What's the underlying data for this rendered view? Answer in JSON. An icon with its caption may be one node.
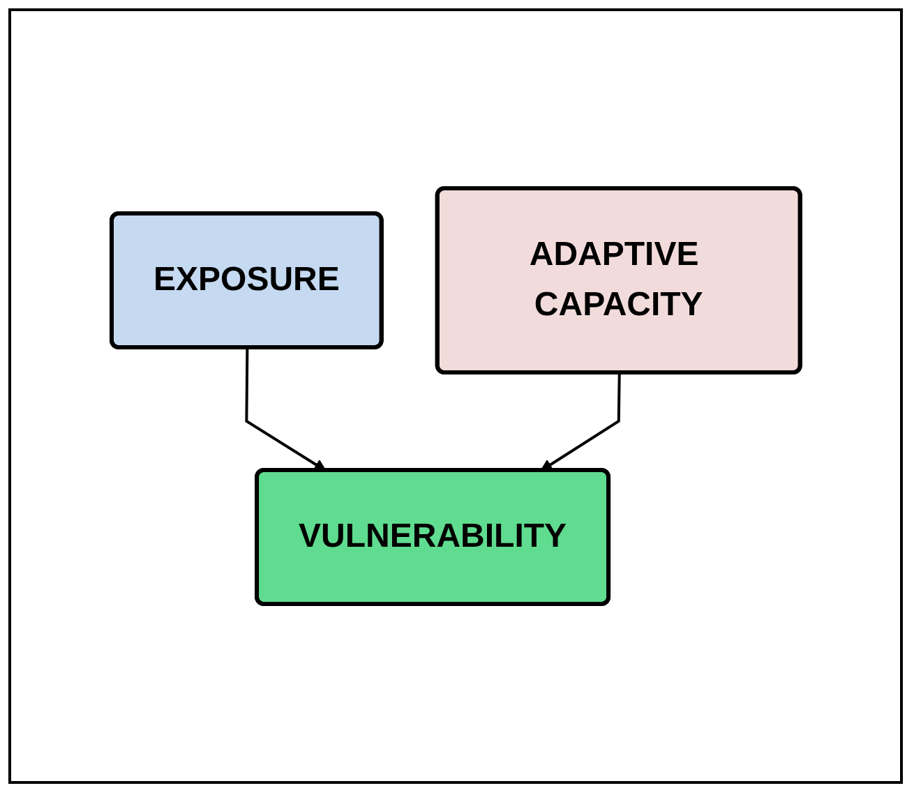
{
  "diagram": {
    "nodes": [
      {
        "text": [
          "EXPOSURE"
        ]
      },
      {
        "text": [
          "ADAPTIVE CAPACITY"
        ]
      },
      {
        "text": [
          "VULNERABILITY"
        ]
      }
    ],
    "edges": [
      {
        "from": 0,
        "to": 2,
        "arrow": "to"
      },
      {
        "from": 1,
        "to": 2,
        "arrow": "to"
      }
    ]
  }
}
